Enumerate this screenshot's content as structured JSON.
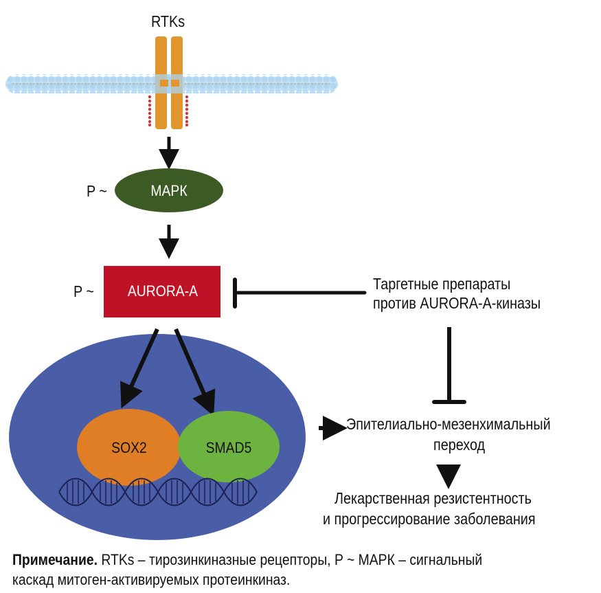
{
  "diagram": {
    "receptor_label": "RTKs",
    "mapk": {
      "prefix": "P ~",
      "label": "МАРК",
      "color": "#3c5a24"
    },
    "aurora": {
      "prefix": "P ~",
      "label": "AURORA-A",
      "color": "#c01226"
    },
    "nucleus": {
      "color": "#4a5ea8",
      "sox2": {
        "label": "SOX2",
        "color": "#e07e26"
      },
      "smad5": {
        "label": "SMAD5",
        "color": "#6db33f"
      }
    },
    "inhibitor": {
      "line1": "Таргетные препараты",
      "line2": "против AURORA-A-киназы"
    },
    "emt": {
      "line1": "Эпителиально-мезенхимальный",
      "line2": "переход"
    },
    "outcome": {
      "line1": "Лекарственная резистентность",
      "line2": "и прогрессирование заболевания"
    },
    "colors": {
      "receptor": "#e0962c",
      "membrane": "#a9d3f0",
      "phospho": "#d03a3a",
      "arrow": "#111111"
    }
  },
  "note": {
    "bold": "Примечание.",
    "text": " RTKs – тирозинкиназные рецепторы, P ~ МАРК – сигнальный каскад митоген-активируемых протеинкиназ."
  }
}
